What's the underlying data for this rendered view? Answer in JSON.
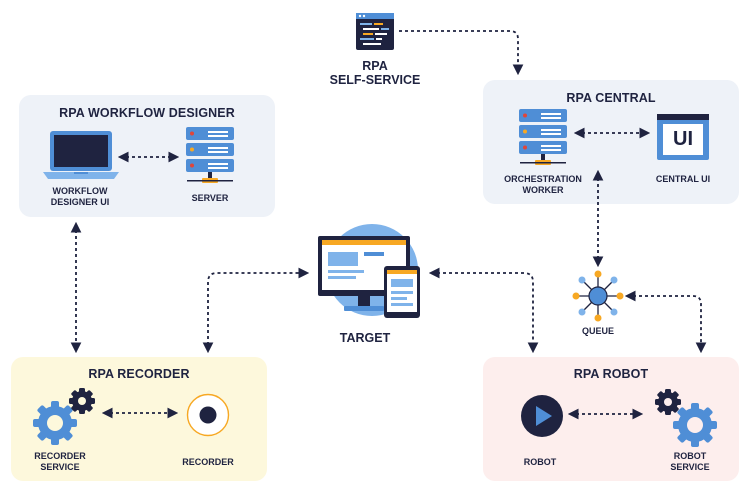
{
  "self_service": {
    "label": "RPA\nSELF-SERVICE",
    "icon": "code-window-icon"
  },
  "workflow_designer": {
    "title": "RPA WORKFLOW DESIGNER",
    "designer_ui_label": "WORKFLOW\nDESIGNER UI",
    "server_label": "SERVER",
    "panel_color": "#eef2f8"
  },
  "central": {
    "title": "RPA CENTRAL",
    "worker_label": "ORCHESTRATION\nWORKER",
    "ui_label": "CENTRAL UI",
    "ui_icon_text": "UI",
    "panel_color": "#eef2f8"
  },
  "target": {
    "label": "TARGET"
  },
  "queue": {
    "label": "QUEUE"
  },
  "recorder": {
    "title": "RPA RECORDER",
    "service_label": "RECORDER\nSERVICE",
    "recorder_label": "RECORDER",
    "panel_color": "#fdf8dc"
  },
  "robot": {
    "title": "RPA ROBOT",
    "robot_label": "ROBOT",
    "service_label": "ROBOT\nSERVICE",
    "panel_color": "#fdeeed"
  },
  "colors": {
    "navy": "#1f2340",
    "blue": "#4f8ed6",
    "light_blue": "#7fb3ea",
    "orange": "#f7a823",
    "red": "#e0463a"
  }
}
